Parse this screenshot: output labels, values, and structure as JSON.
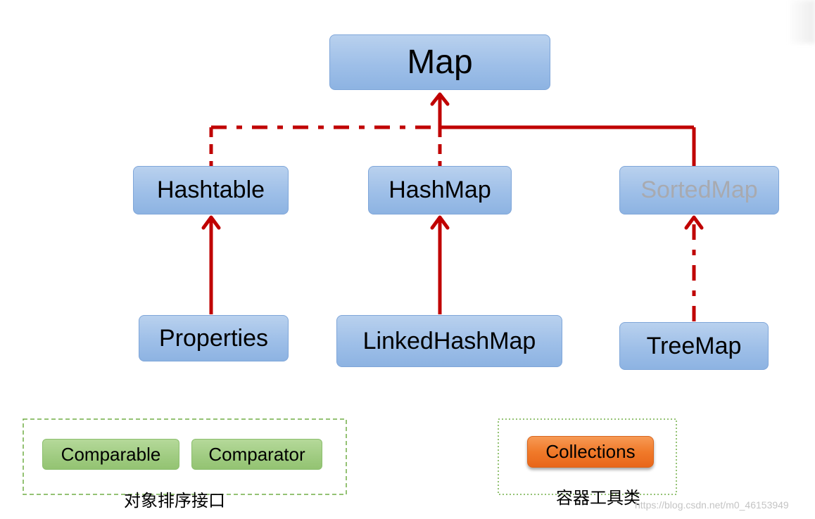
{
  "nodes": {
    "map": "Map",
    "hashtable": "Hashtable",
    "hashmap": "HashMap",
    "sortedmap": "SortedMap",
    "properties": "Properties",
    "linkedhashmap": "LinkedHashMap",
    "treemap": "TreeMap"
  },
  "sort_interfaces": {
    "items": [
      "Comparable",
      "Comparator"
    ],
    "caption": "对象排序接口"
  },
  "tools": {
    "item": "Collections",
    "caption": "容器工具类"
  },
  "watermark": "https://blog.csdn.net/m0_46153949",
  "colors": {
    "arrow": "#c00000",
    "node_fill": "#9ebfe8",
    "node_border": "#7fa6d9",
    "green_fill": "#9fcb80",
    "orange_fill": "#f07a2a",
    "dim_text": "#a8aab0"
  }
}
